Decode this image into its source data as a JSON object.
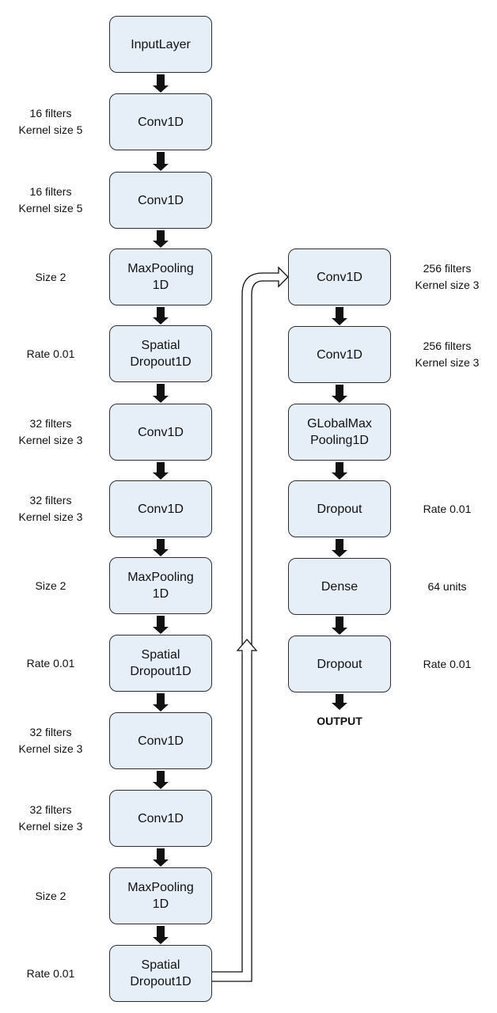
{
  "left_column": {
    "layers": [
      {
        "label": "InputLayer",
        "note": ""
      },
      {
        "label": "Conv1D",
        "note": "16 filters\nKernel size 5"
      },
      {
        "label": "Conv1D",
        "note": "16 filters\nKernel size 5"
      },
      {
        "label": "MaxPooling\n1D",
        "note": "Size 2"
      },
      {
        "label": "Spatial\nDropout1D",
        "note": "Rate 0.01"
      },
      {
        "label": "Conv1D",
        "note": "32 filters\nKernel size 3"
      },
      {
        "label": "Conv1D",
        "note": "32 filters\nKernel size 3"
      },
      {
        "label": "MaxPooling\n1D",
        "note": "Size 2"
      },
      {
        "label": "Spatial\nDropout1D",
        "note": "Rate 0.01"
      },
      {
        "label": "Conv1D",
        "note": "32 filters\nKernel size 3"
      },
      {
        "label": "Conv1D",
        "note": "32 filters\nKernel size 3"
      },
      {
        "label": "MaxPooling\n1D",
        "note": "Size 2"
      },
      {
        "label": "Spatial\nDropout1D",
        "note": "Rate 0.01"
      }
    ]
  },
  "right_column": {
    "layers": [
      {
        "label": "Conv1D",
        "note": "256 filters\nKernel size 3"
      },
      {
        "label": "Conv1D",
        "note": "256 filters\nKernel size 3"
      },
      {
        "label": "GLobalMax\nPooling1D",
        "note": ""
      },
      {
        "label": "Dropout",
        "note": "Rate 0.01"
      },
      {
        "label": "Dense",
        "note": "64 units"
      },
      {
        "label": "Dropout",
        "note": "Rate 0.01"
      }
    ]
  },
  "output_label": "OUTPUT",
  "colors": {
    "box_fill": "#e6eef8",
    "box_border": "#2e2e2e",
    "arrow": "#111111",
    "connector_fill": "#ffffff"
  }
}
